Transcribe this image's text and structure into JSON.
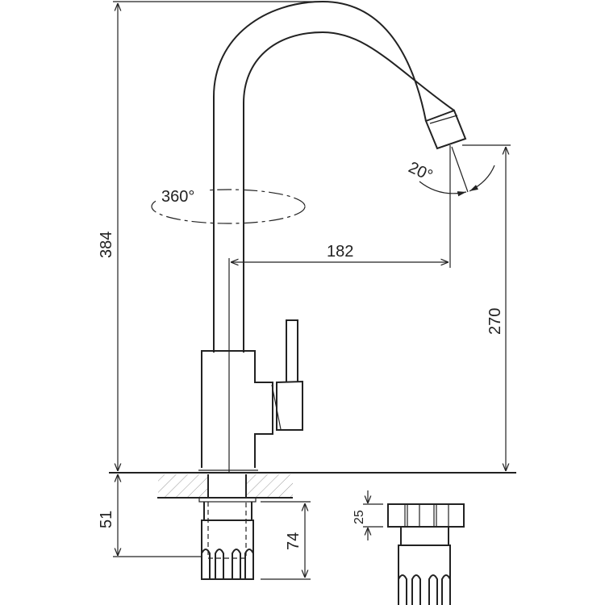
{
  "drawing": {
    "dimensions": {
      "total_height": "384",
      "spout_height": "270",
      "spout_reach": "182",
      "under_counter": "51",
      "shank_length": "74",
      "nut_height": "25"
    },
    "angles": {
      "rotation": "360°",
      "nozzle_tilt": "20°"
    },
    "line_color": "#222222"
  }
}
